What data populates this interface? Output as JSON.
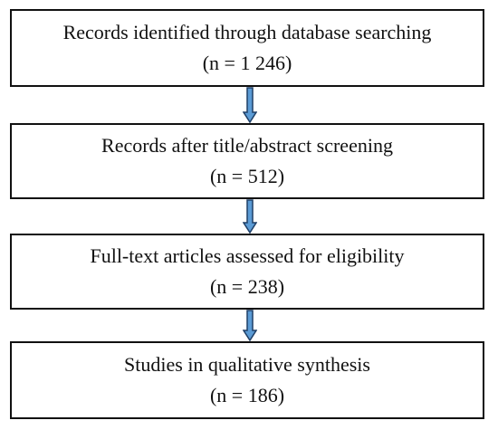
{
  "flowchart": {
    "steps": [
      {
        "label": "Records identified through database searching",
        "count": "(n = 1 246)"
      },
      {
        "label": "Records after title/abstract screening",
        "count": "(n = 512)"
      },
      {
        "label": "Full-text articles assessed for eligibility",
        "count": "(n = 238)"
      },
      {
        "label": "Studies in qualitative synthesis",
        "count": "(n = 186)"
      }
    ],
    "colors": {
      "box_border": "#111111",
      "arrow_fill": "#5b9bd5",
      "arrow_outline": "#1f3f66"
    },
    "connector_icon": "down-arrow-icon"
  }
}
